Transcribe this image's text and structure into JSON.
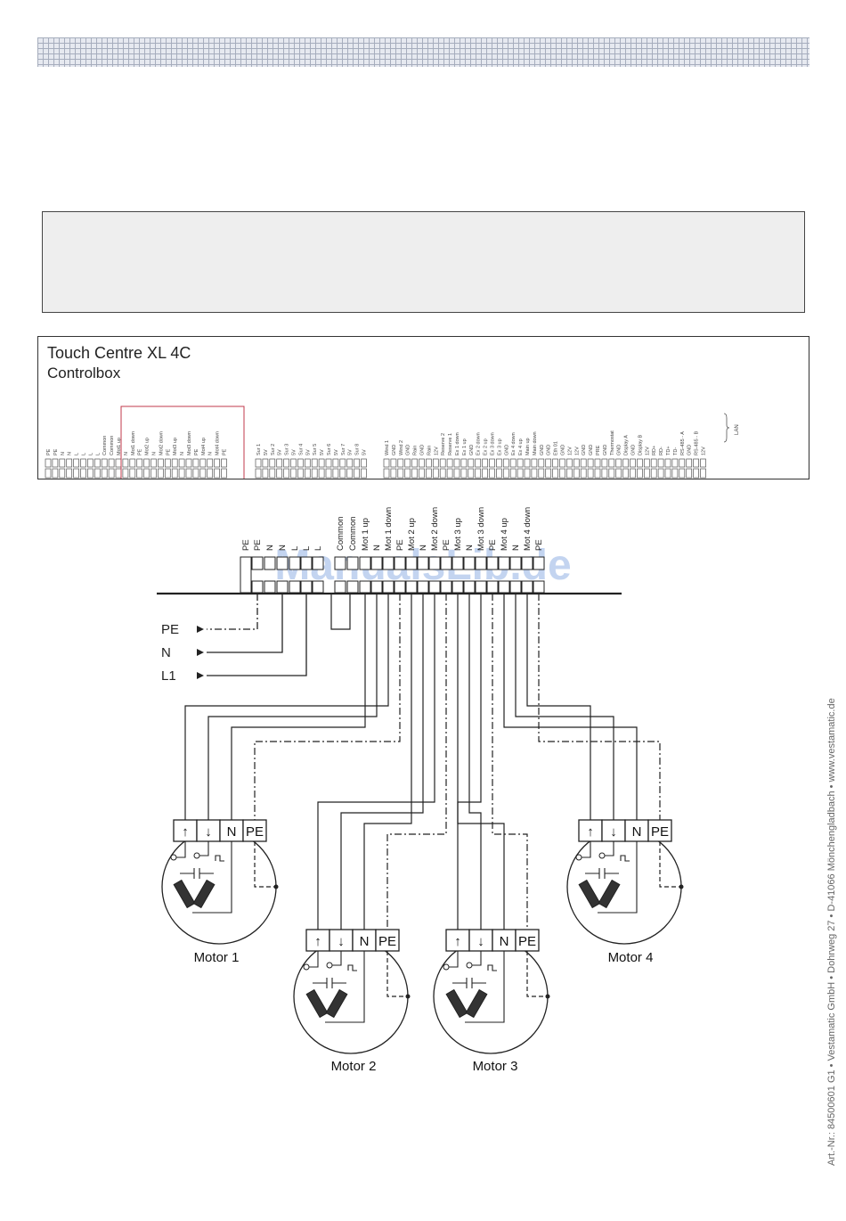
{
  "controlbox": {
    "title": "Touch Centre XL 4C",
    "subtitle": "Controlbox",
    "terminal_labels": [
      "PE",
      "PE",
      "N",
      "N",
      "L",
      "L",
      "L",
      "L",
      "Common",
      "Common",
      "Mot1 up",
      "N",
      "Mot1 down",
      "PE",
      "Mot2 up",
      "N",
      "Mot2 down",
      "PE",
      "Mot3 up",
      "N",
      "Mot3 down",
      "PE",
      "Mot4 up",
      "N",
      "Mot4 down",
      "PE",
      "Sur 1",
      "5V",
      "Sur 2",
      "5V",
      "Sur 3",
      "5V",
      "Sur 4",
      "5V",
      "Sur 5",
      "5V",
      "Sur 6",
      "5V",
      "Sur 7",
      "5V",
      "Sur 8",
      "5V",
      "Wind 1",
      "GND",
      "Wind 2",
      "GND",
      "Rain",
      "GND",
      "Rain",
      "12V",
      "Reserve 2",
      "Reserve 1",
      "Ex 1 down",
      "Ex 1 up",
      "GND",
      "Ex 2 down",
      "Ex 2 up",
      "Ex 3 down",
      "Ex 3 up",
      "GND",
      "Ex 4 down",
      "Ex 4 up",
      "Main up",
      "Main down",
      "GND",
      "GND",
      "Eth 01",
      "GND",
      "12V",
      "12V",
      "GND",
      "GND",
      "PRE",
      "GND",
      "Thermostat",
      "GND",
      "Display A",
      "GND",
      "Display B",
      "12V",
      "RD+",
      "RD-",
      "TD+",
      "TD-",
      "RS-485 - A",
      "GND",
      "RS-485 - B",
      "12V"
    ],
    "lan_label": "LAN"
  },
  "terminals": {
    "labels": [
      "PE",
      "PE",
      "N",
      "N",
      "L",
      "L",
      "L",
      "Common",
      "Common",
      "Mot 1  up",
      "N",
      "Mot 1  down",
      "PE",
      "Mot 2  up",
      "N",
      "Mot 2  down",
      "PE",
      "Mot 3  up",
      "N",
      "Mot 3  down",
      "PE",
      "Mot 4  up",
      "N",
      "Mot 4  down",
      "PE"
    ]
  },
  "mains": {
    "pe": "PE",
    "n": "N",
    "l1": "L1"
  },
  "motors": [
    {
      "label": "Motor 1",
      "up": "↑",
      "down": "↓",
      "n": "N",
      "pe": "PE"
    },
    {
      "label": "Motor 2",
      "up": "↑",
      "down": "↓",
      "n": "N",
      "pe": "PE"
    },
    {
      "label": "Motor 3",
      "up": "↑",
      "down": "↓",
      "n": "N",
      "pe": "PE"
    },
    {
      "label": "Motor 4",
      "up": "↑",
      "down": "↓",
      "n": "N",
      "pe": "PE"
    }
  ],
  "watermark": "ManualsLib.de",
  "side_text": "Art.-Nr.: 84500601 G1 •  Vestamatic GmbH  •  Dohrweg 27  •  D-41066 Mönchengladbach  •  www.vestamatic.de",
  "colors": {
    "line": "#222222",
    "highlight_box": "#c0394b",
    "watermark": "#b9cdee"
  }
}
